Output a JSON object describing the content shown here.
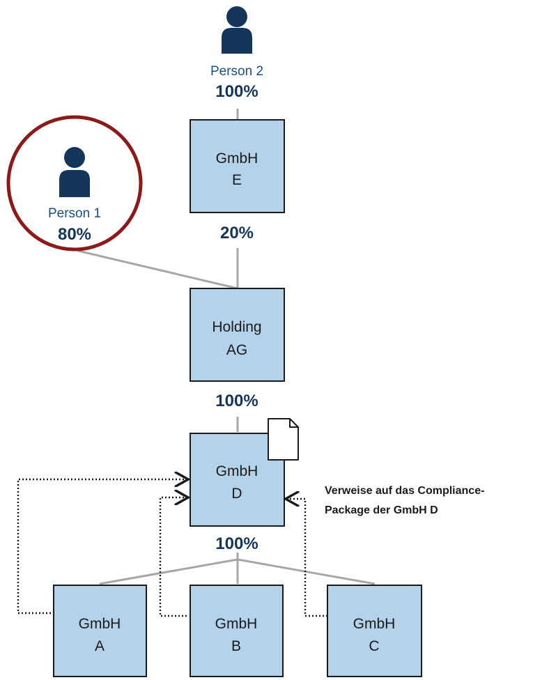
{
  "persons": {
    "person2": {
      "label": "Person 2",
      "share": "100%"
    },
    "person1": {
      "label": "Person 1",
      "share": "80%"
    }
  },
  "entities": {
    "gmbh_e": {
      "line1": "GmbH",
      "line2": "E",
      "share_below": "20%"
    },
    "holding": {
      "line1": "Holding",
      "line2": "AG",
      "share_below": "100%"
    },
    "gmbh_d": {
      "line1": "GmbH",
      "line2": "D",
      "share_below": "100%"
    },
    "gmbh_a": {
      "line1": "GmbH",
      "line2": "A"
    },
    "gmbh_b": {
      "line1": "GmbH",
      "line2": "B"
    },
    "gmbh_c": {
      "line1": "GmbH",
      "line2": "C"
    }
  },
  "note": {
    "line1": "Verweise auf das Compliance-",
    "line2": "Package der GmbH D"
  },
  "colors": {
    "box_fill": "#b4d2ea",
    "box_stroke": "#1a1a1a",
    "person_icon": "#14365a",
    "highlight_circle": "#8b1a1a",
    "connector": "#a6a6a6"
  },
  "icons": {
    "person": "person-icon",
    "document": "document-icon"
  }
}
